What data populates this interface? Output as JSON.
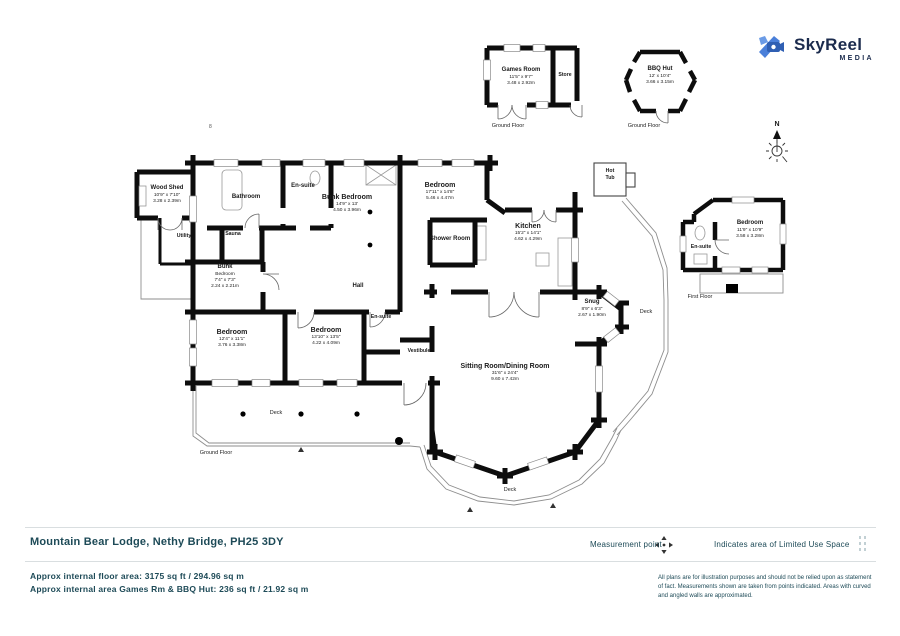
{
  "logo": {
    "brand": "SkyReel",
    "sub": "MEDIA"
  },
  "compass": {
    "north": "N"
  },
  "outbuildings": {
    "games_room": {
      "name": "Games Room",
      "ft": "11'5\" x 9'7\"",
      "m": "3.48 x 2.92m"
    },
    "store": {
      "name": "Store"
    },
    "games_floor": "Ground Floor",
    "bbq_hut": {
      "name": "BBQ Hut",
      "ft": "12' x 10'4\"",
      "m": "3.66 x 3.15m"
    },
    "bbq_floor": "Ground Floor"
  },
  "ground_floor": {
    "floor_label": "Ground Floor",
    "mark": "8",
    "rooms": {
      "wood_shed": {
        "name": "Wood Shed",
        "ft": "10'9\" x 7'10\"",
        "m": "3.28 x 2.39m"
      },
      "utility": {
        "name": "Utility"
      },
      "bathroom": {
        "name": "Bathroom"
      },
      "sauna": {
        "name": "Sauna"
      },
      "ensuite_top": {
        "name": "En-suite"
      },
      "bunk_bedroom": {
        "name": "Bunk Bedroom",
        "ft": "14'9\" x 13'",
        "m": "4.50 x 3.96m"
      },
      "bedroom_top": {
        "name": "Bedroom",
        "ft": "17'11\" x 14'8\"",
        "m": "5.46 x 4.47m"
      },
      "shower_room": {
        "name": "Shower Room"
      },
      "kitchen": {
        "name": "Kitchen",
        "ft": "15'2\" x 14'1\"",
        "m": "4.62 x 4.29m"
      },
      "hot_tub": {
        "line1": "Hot",
        "line2": "Tub"
      },
      "bunk_small": {
        "name": "Bunk",
        "name2": "Bedroom",
        "ft": "7'4\" x 7'3\"",
        "m": "2.24 x 2.21m"
      },
      "hall": {
        "name": "Hall"
      },
      "bedroom_left": {
        "name": "Bedroom",
        "ft": "12'4\" x 11'1\"",
        "m": "3.76 x 3.38m"
      },
      "bedroom_mid": {
        "name": "Bedroom",
        "ft": "13'10\" x 13'5\"",
        "m": "4.22 x 4.09m"
      },
      "ensuite_mid": {
        "name": "En-suite"
      },
      "vestibule": {
        "name": "Vestibule"
      },
      "snug": {
        "name": "Snug",
        "ft": "8'9\" x 6'3\"",
        "m": "2.67 x 1.90m"
      },
      "sitting": {
        "name": "Sitting Room/Dining Room",
        "ft": "31'6\" x 24'4\"",
        "m": "9.60 x 7.42m"
      },
      "deck_left": {
        "name": "Deck"
      },
      "deck_right": {
        "name": "Deck"
      },
      "deck_bottom": {
        "name": "Deck"
      }
    }
  },
  "first_floor": {
    "floor_label": "First Floor",
    "rooms": {
      "bedroom": {
        "name": "Bedroom",
        "ft": "11'9\" x 10'9\"",
        "m": "3.58 x 3.28m"
      },
      "ensuite": {
        "name": "En-suite"
      }
    }
  },
  "footer": {
    "address": "Mountain Bear Lodge, Nethy Bridge, PH25 3DY",
    "measurement_point": "Measurement point",
    "limited_use": "Indicates area of  Limited Use Space",
    "area_total": "Approx internal floor area: 3175 sq ft / 294.96 sq m",
    "area_outbuildings": "Approx internal  area Games Rm & BBQ Hut: 236 sq ft / 21.92 sq m",
    "disclaimer": "All plans are for illustration purposes and should not be relied upon as statement of fact. Measurements shown are taken from points indicated. Areas with curved and angled walls are approximated."
  },
  "colors": {
    "accent_blue": "#4a7fd9",
    "brand_navy": "#1b2b4d",
    "footer_teal": "#1d4a57"
  }
}
